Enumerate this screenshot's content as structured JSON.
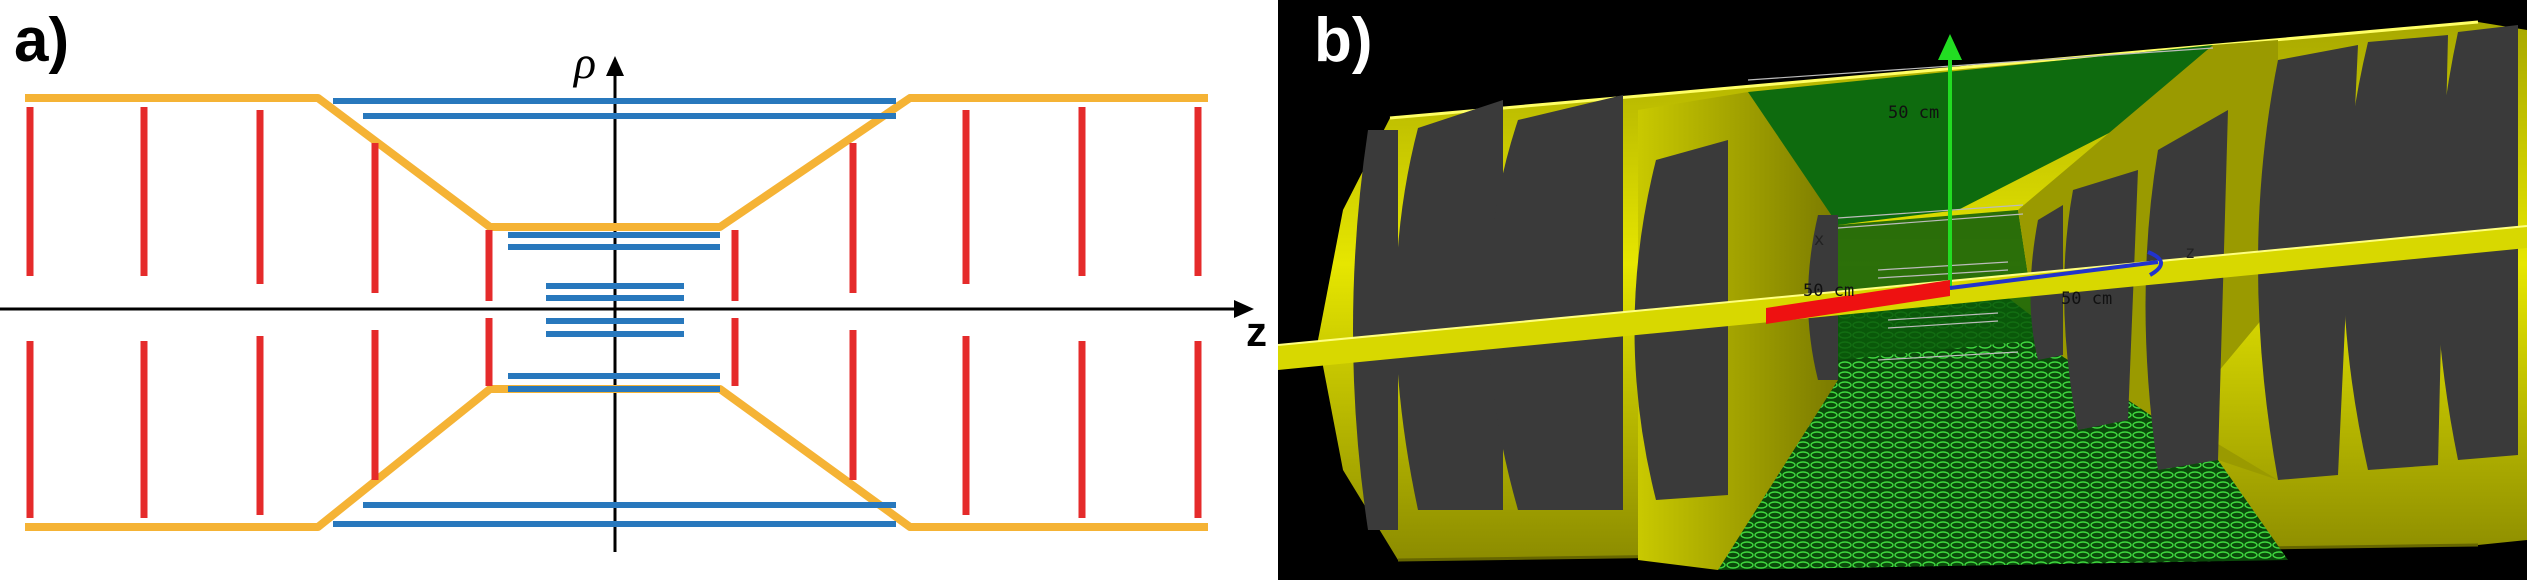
{
  "panels": {
    "a": {
      "label": "a)",
      "axis_vertical": "ρ",
      "axis_horizontal": "z"
    },
    "b": {
      "label": "b)",
      "scale_vertical": "50 cm",
      "scale_horizontal": "50 cm",
      "scale_inner": "50 cm",
      "axis_x": "x",
      "axis_z": "z"
    }
  },
  "colors": {
    "boundary": "#f5b335",
    "disk": "#e52b2b",
    "barrel": "#2878bd",
    "tube": "#d8d800",
    "endcap": "#3a3a3a",
    "green_surface": "#0e6b0e",
    "beam": "#ee1111"
  }
}
